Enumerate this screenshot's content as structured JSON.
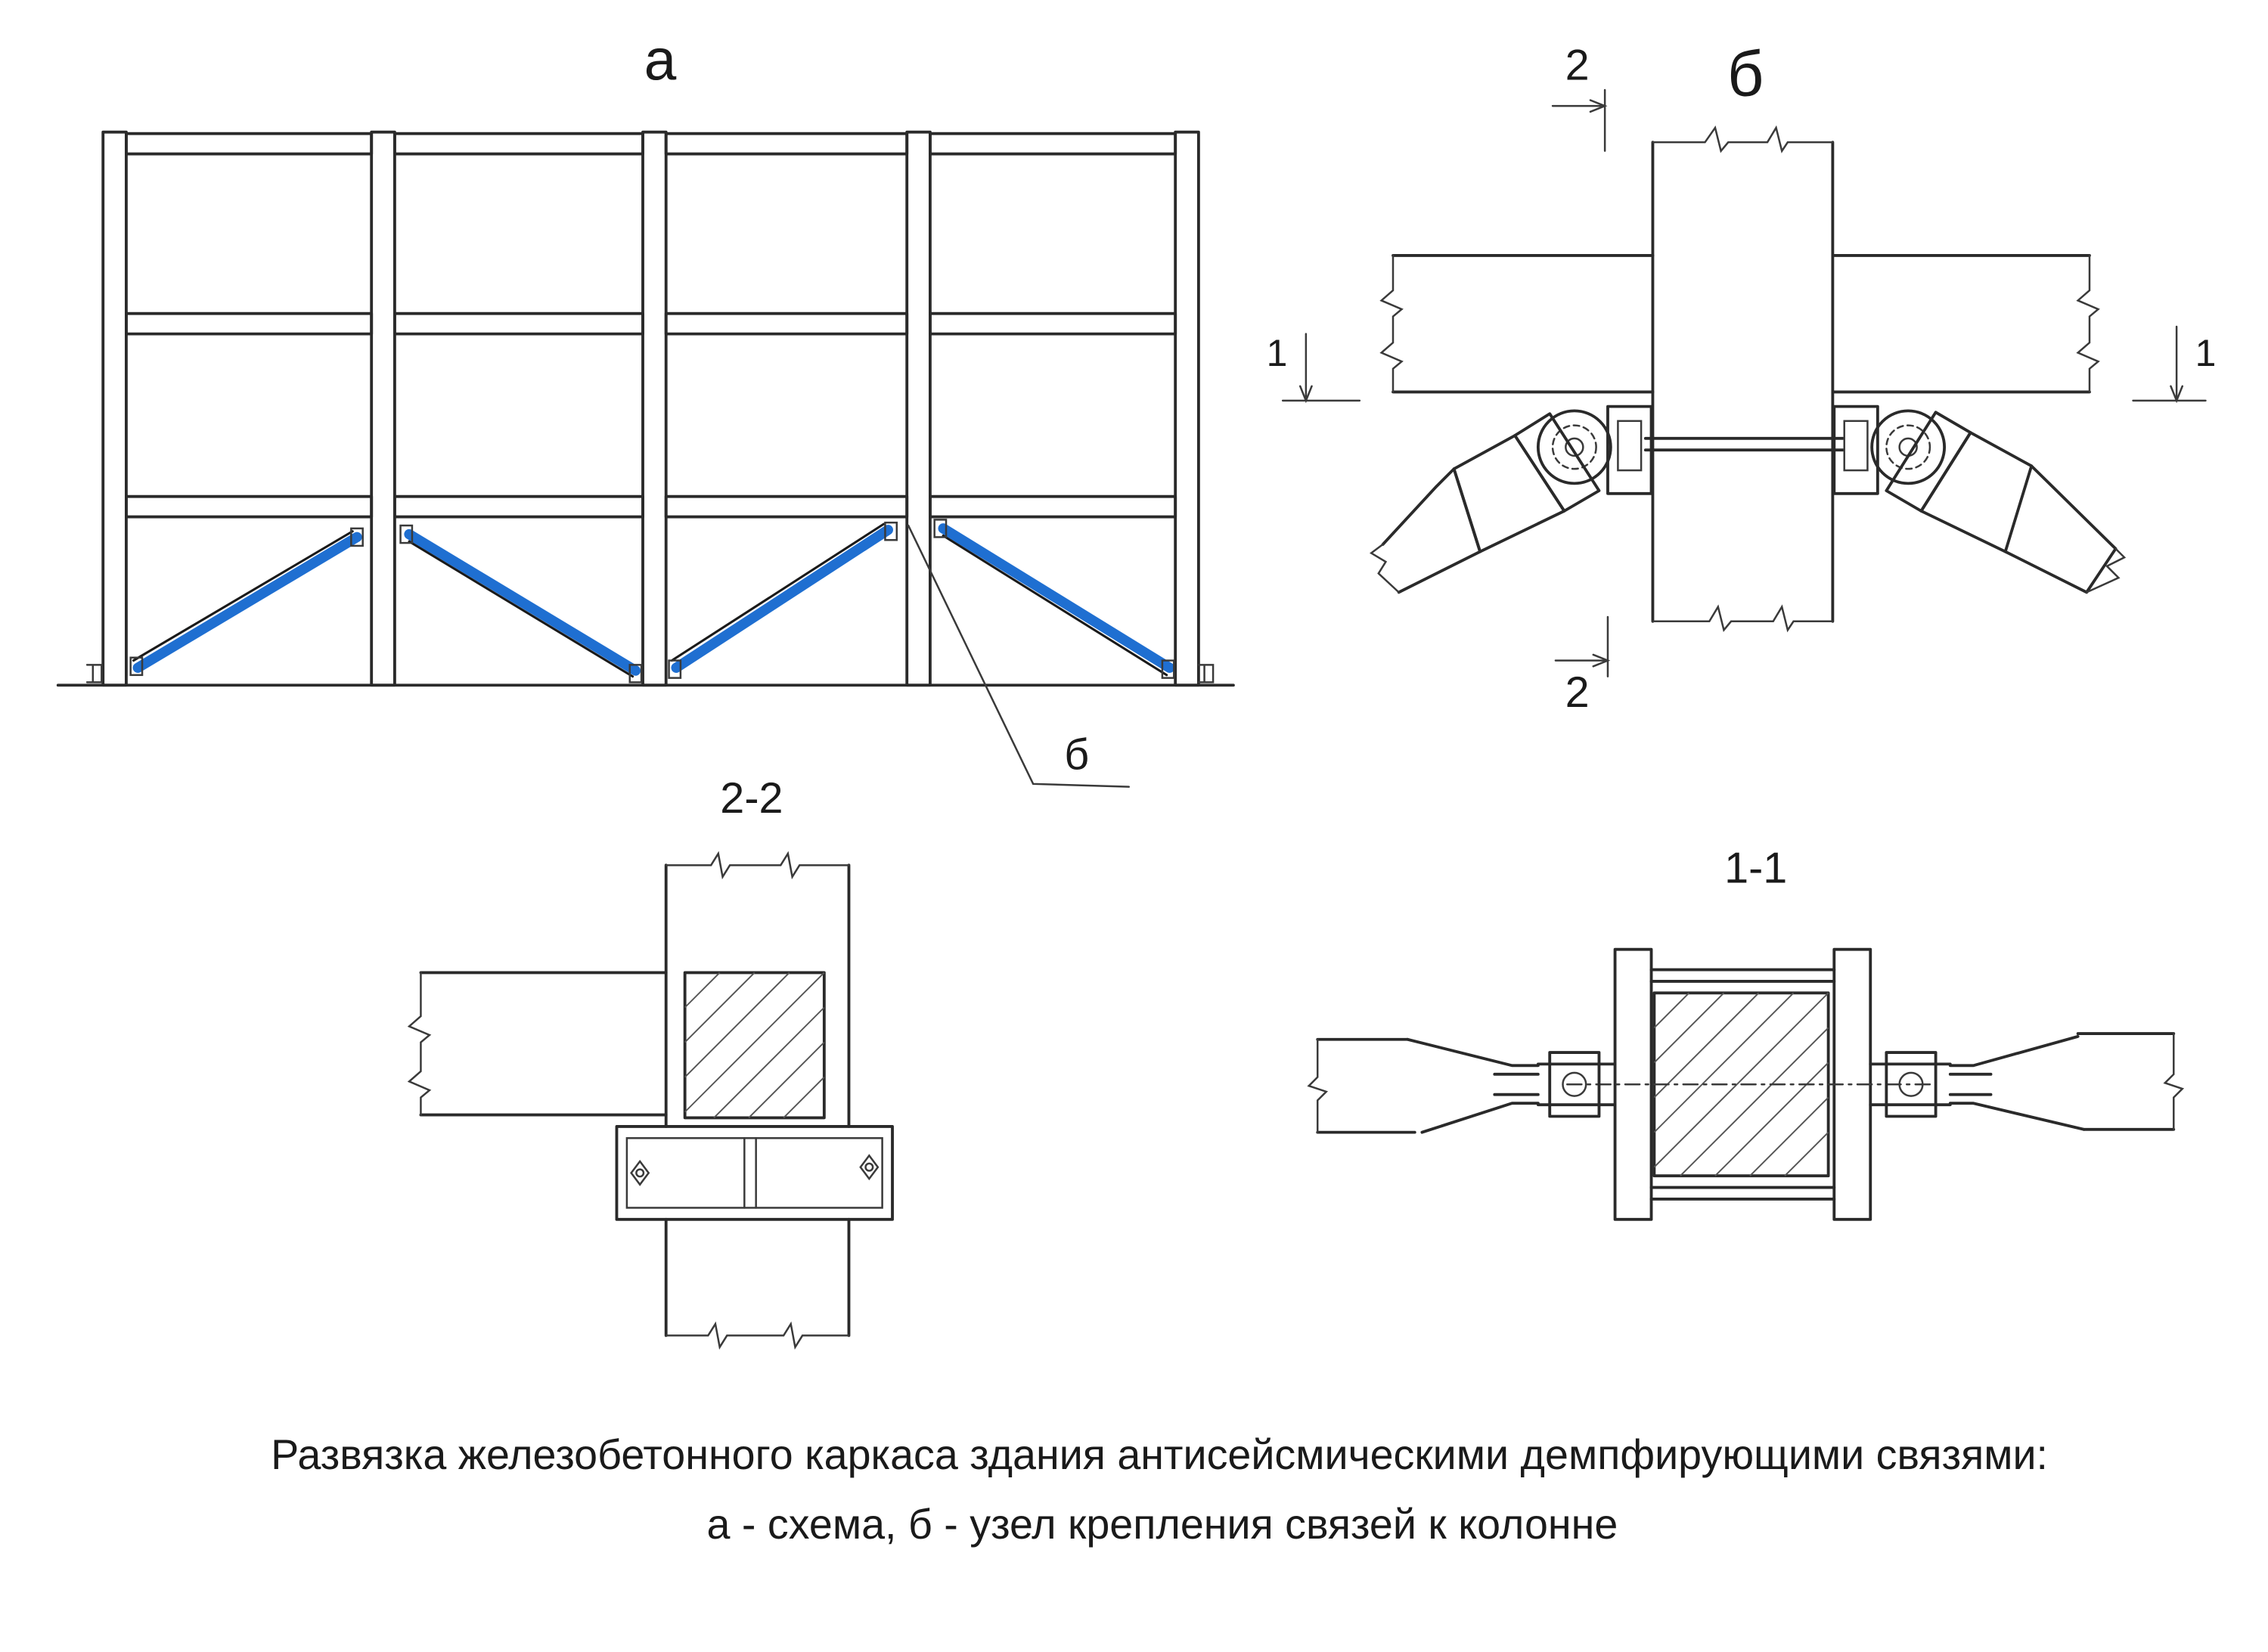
{
  "labels": {
    "view_a": "а",
    "view_b": "б",
    "callout_b": "б",
    "section_2_2": "2-2",
    "section_1_1": "1-1",
    "cut_1_left": "1",
    "cut_1_right": "1",
    "cut_2_top": "2",
    "cut_2_bottom": "2"
  },
  "caption": {
    "line1": "Развязка железобетонного каркаса здания антисейсмическими демпфирующими связями:",
    "line2": "а - схема, б -  узел крепления связей к колонне"
  },
  "colors": {
    "brace": "#1f6fd1",
    "line": "#2a2a2a"
  }
}
